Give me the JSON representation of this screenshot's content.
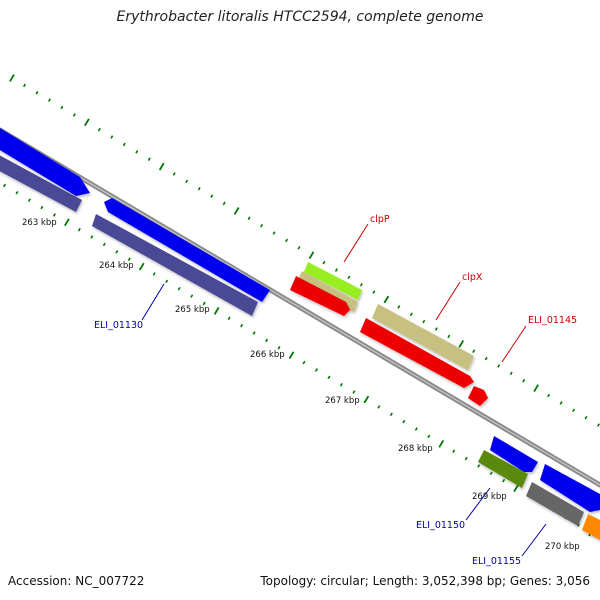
{
  "title": "Erythrobacter litoralis HTCC2594, complete genome",
  "footer": {
    "accession": "Accession: NC_007722",
    "summary": "Topology: circular; Length: 3,052,398 bp; Genes: 3,056"
  },
  "ticks": [
    "263 kbp",
    "264 kbp",
    "265 kbp",
    "266 kbp",
    "267 kbp",
    "268 kbp",
    "269 kbp",
    "270 kbp"
  ],
  "gene_labels": [
    {
      "text": "clpP",
      "color": "#cc0000"
    },
    {
      "text": "clpX",
      "color": "#cc0000"
    },
    {
      "text": "ELI_01145",
      "color": "#cc0000"
    },
    {
      "text": "ELI_01130",
      "color": "#0000aa"
    },
    {
      "text": "ELI_01150",
      "color": "#0000aa"
    },
    {
      "text": "ELI_01155",
      "color": "#0000aa"
    }
  ],
  "colors": {
    "forward_blue": "#0000ee",
    "reverse_purple": "#4a4a96",
    "red": "#ee0000",
    "lime": "#99ee22",
    "khaki": "#c8c080",
    "olive": "#5a8a10",
    "grey": "#666666",
    "orange": "#ff8800",
    "backbone": "#8c8c8c",
    "tick_green": "#007700"
  }
}
